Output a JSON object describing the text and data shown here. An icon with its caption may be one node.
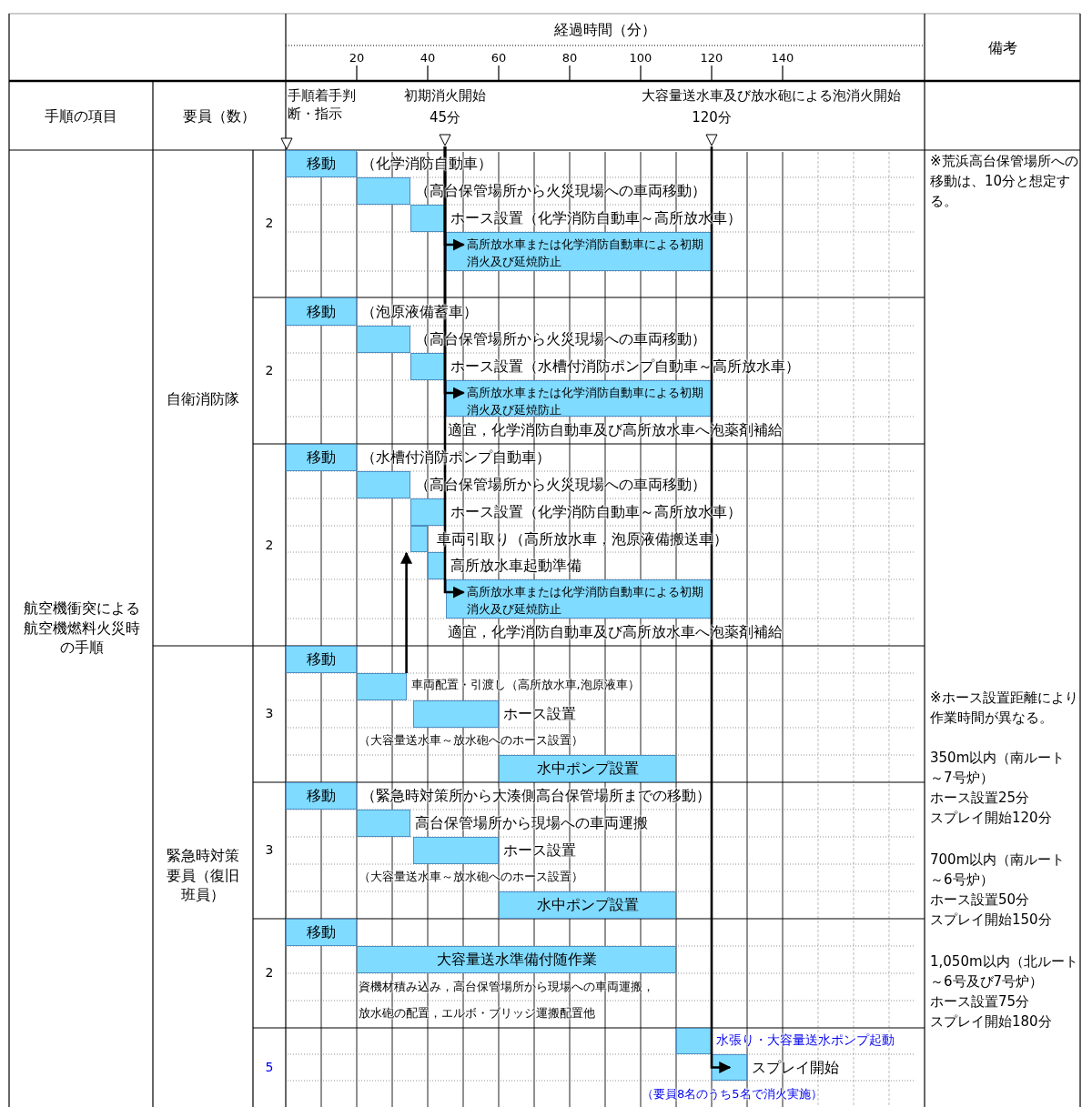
{
  "diagram": {
    "nodes": [
      {
        "text": [
          "初期消火開始",
          "45分"
        ]
      },
      {
        "text": [
          "大容量送水車及び放水砲による泡消火開始",
          "120分"
        ]
      },
      {
        "text": [
          "移動"
        ],
        "beside": [
          "（化学消防自動車）"
        ]
      },
      {
        "text": [],
        "shape": "bar",
        "beside": [
          "（高台保管場所から火災現場への車両移動）"
        ]
      },
      {
        "text": [],
        "shape": "bar",
        "beside": [
          "ホース設置（化学消防自動車～高所放水車）"
        ]
      },
      {
        "text": [
          "高所放水車または化学消防自動車による初期消火及び延焼防止"
        ]
      },
      {
        "text": [
          "移動"
        ],
        "beside": [
          "（泡原液備蓄車）"
        ]
      },
      {
        "text": [],
        "shape": "bar",
        "beside": [
          "（高台保管場所から火災現場への車両移動）"
        ]
      },
      {
        "text": [],
        "shape": "bar",
        "beside": [
          "ホース設置（水槽付消防ポンプ自動車～高所放水車）"
        ]
      },
      {
        "text": [
          "高所放水車または化学消防自動車による初期消火及び延焼防止"
        ]
      },
      {
        "text": [
          "移動"
        ],
        "beside": [
          "（水槽付消防ポンプ自動車）"
        ]
      },
      {
        "text": [],
        "shape": "bar",
        "beside": [
          "（高台保管場所から火災現場への車両移動）"
        ]
      },
      {
        "text": [],
        "shape": "bar",
        "beside": [
          "ホース設置（化学消防自動車～高所放水車）"
        ]
      },
      {
        "text": [],
        "shape": "bar",
        "beside": [
          "車両引取り（高所放水車，泡原液備搬送車）"
        ]
      },
      {
        "text": [],
        "shape": "bar",
        "beside": [
          "高所放水車起動準備"
        ]
      },
      {
        "text": [
          "高所放水車または化学消防自動車による初期消火及び延焼防止"
        ]
      },
      {
        "text": [
          "移動"
        ]
      },
      {
        "text": [],
        "shape": "bar",
        "beside": [
          "車両配置・引渡し（高所放水車,泡原液車）"
        ]
      },
      {
        "text": [],
        "shape": "bar",
        "beside": [
          "ホース設置"
        ]
      },
      {
        "text": [
          "水中ポンプ設置"
        ]
      },
      {
        "text": [
          "移動"
        ],
        "beside": [
          "（緊急時対策所から大湊側高台保管場所までの移動）"
        ]
      },
      {
        "text": [],
        "shape": "bar",
        "beside": [
          "高台保管場所から現場への車両運搬"
        ]
      },
      {
        "text": [],
        "shape": "bar",
        "beside": [
          "ホース設置"
        ]
      },
      {
        "text": [
          "水中ポンプ設置"
        ]
      },
      {
        "text": [
          "移動"
        ]
      },
      {
        "text": [
          "大容量送水準備付随作業"
        ]
      },
      {
        "text": [],
        "shape": "bar",
        "beside": [
          "水張り・大容量送水ポンプ起動"
        ]
      },
      {
        "text": [],
        "shape": "bar",
        "beside": [
          "スプレイ開始"
        ]
      }
    ],
    "edges": [
      {
        "from": 0,
        "to": 5,
        "arrow": "to"
      },
      {
        "from": 0,
        "to": 9,
        "arrow": "to"
      },
      {
        "from": 0,
        "to": 15,
        "arrow": "to"
      },
      {
        "from": 17,
        "to": 13,
        "arrow": "to"
      },
      {
        "from": 1,
        "to": 27,
        "arrow": "to"
      }
    ],
    "labels": [
      "経過時間（分）",
      "20",
      "40",
      "60",
      "80",
      "100",
      "120",
      "140",
      "備考",
      "手順の項目",
      "要員（数）",
      "手順着手判断・指示",
      "航空機衝突による航空機燃料火災時の手順",
      "自衛消防隊",
      "緊急時対策要員（復旧班員）",
      "2",
      "2",
      "2",
      "3",
      "3",
      "2",
      "5",
      "適宜，化学消防自動車及び高所放水車へ泡薬剤補給",
      "適宜，化学消防自動車及び高所放水車へ泡薬剤補給",
      "（大容量送水車～放水砲へのホース設置）",
      "（大容量送水車～放水砲へのホース設置）",
      "資機材積み込み，高台保管場所から現場への車両運搬，",
      "放水砲の配置，エルボ・ブリッジ運搬配置他",
      "（要員8名のうち5名で消火実施）",
      "※荒浜高台保管場所への移動は、10分と想定する。",
      "※ホース設置距離により作業時間が異なる。",
      "350m以内（南ルート～7号炉）",
      "ホース設置25分",
      "スプレイ開始120分",
      "700m以内（南ルート～6号炉）",
      "ホース設置50分",
      "スプレイ開始150分",
      "1,050m以内（北ルート～6号及び7号炉）",
      "ホース設置75分",
      "スプレイ開始180分"
    ]
  }
}
